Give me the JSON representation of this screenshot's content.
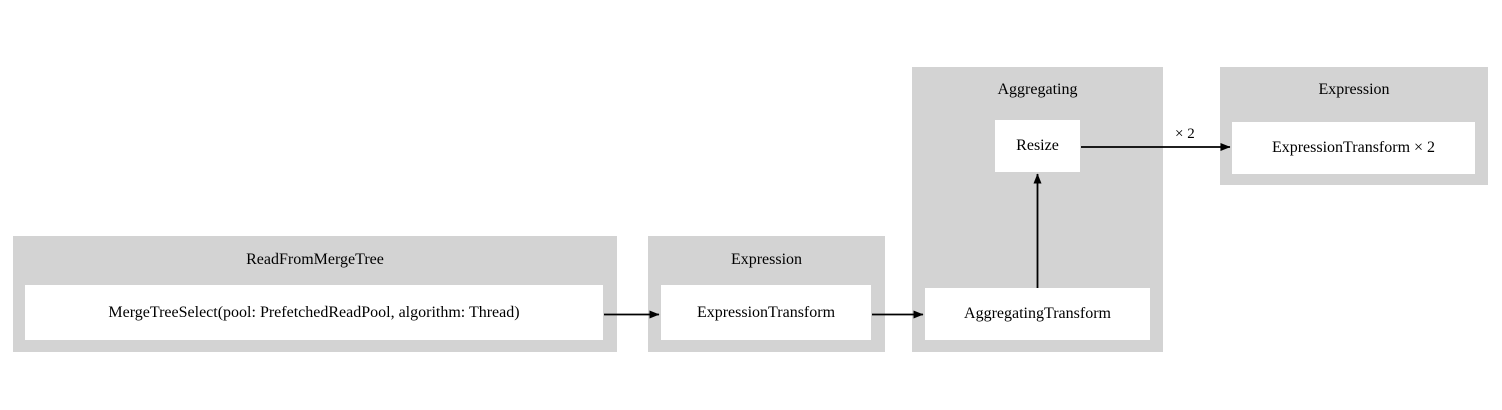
{
  "diagram": {
    "type": "pipeline-graph",
    "background": "#ffffff",
    "cluster_color": "#d3d3d3",
    "node_color": "#ffffff",
    "edge_color": "#000000",
    "clusters": [
      {
        "id": "read-from-merge-tree",
        "title": "ReadFromMergeTree",
        "nodes": [
          {
            "id": "merge-tree-select",
            "label": "MergeTreeSelect(pool: PrefetchedReadPool, algorithm: Thread)"
          }
        ]
      },
      {
        "id": "expression-1",
        "title": "Expression",
        "nodes": [
          {
            "id": "expression-transform",
            "label": "ExpressionTransform"
          }
        ]
      },
      {
        "id": "aggregating",
        "title": "Aggregating",
        "nodes": [
          {
            "id": "resize",
            "label": "Resize"
          },
          {
            "id": "aggregating-transform",
            "label": "AggregatingTransform"
          }
        ]
      },
      {
        "id": "expression-2",
        "title": "Expression",
        "nodes": [
          {
            "id": "expression-transform-x2",
            "label": "ExpressionTransform × 2"
          }
        ]
      }
    ],
    "edges": [
      {
        "id": "edge-merge-to-expression",
        "from": "merge-tree-select",
        "to": "expression-transform",
        "label": ""
      },
      {
        "id": "edge-expression-to-aggregating",
        "from": "expression-transform",
        "to": "aggregating-transform",
        "label": ""
      },
      {
        "id": "edge-aggregating-to-resize",
        "from": "aggregating-transform",
        "to": "resize",
        "label": ""
      },
      {
        "id": "edge-resize-to-expression2",
        "from": "resize",
        "to": "expression-transform-x2",
        "label": "× 2"
      }
    ]
  }
}
